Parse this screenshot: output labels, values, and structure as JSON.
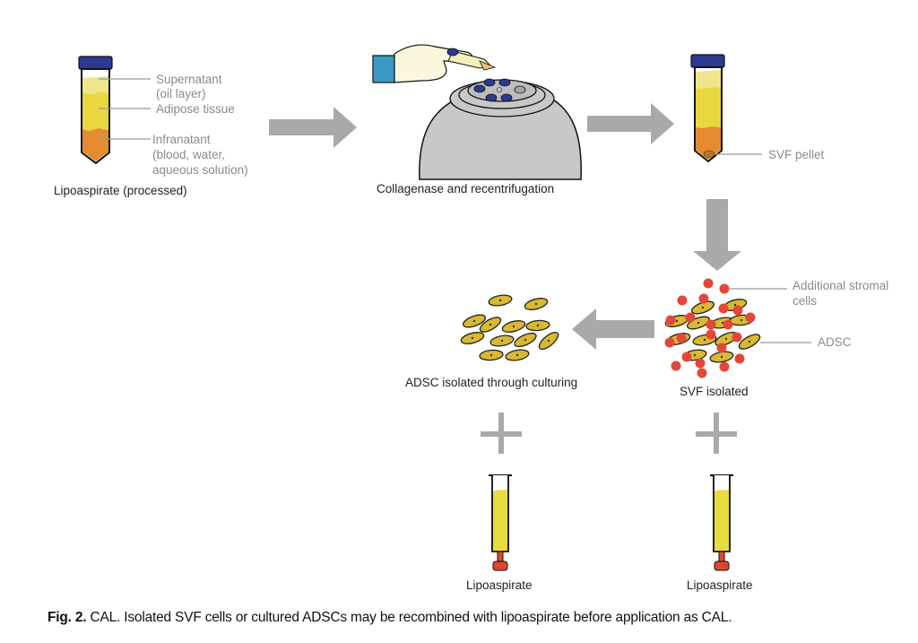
{
  "figure": {
    "steps": {
      "tube1": {
        "title": "Lipoaspirate (processed)",
        "layers": [
          {
            "name": "supernatant",
            "label_lines": [
              "Supernatant",
              "(oil layer)"
            ]
          },
          {
            "name": "adipose",
            "label_lines": [
              "Adipose tissue"
            ]
          },
          {
            "name": "infranatant",
            "label_lines": [
              "Infranatant",
              "(blood, water,",
              "aqueous solution)"
            ]
          }
        ]
      },
      "centrifuge": {
        "title": "Collagenase and recentrifugation"
      },
      "tube2": {
        "pellet_label": "SVF pellet"
      },
      "svf": {
        "title": "SVF isolated",
        "labels": {
          "stromal_line1": "Additional stromal",
          "stromal_line2": "cells",
          "adsc": "ADSC"
        }
      },
      "cultured": {
        "title": "ADSC isolated through culturing"
      },
      "syringe_left": {
        "label": "Lipoaspirate"
      },
      "syringe_right": {
        "label": "Lipoaspirate"
      }
    },
    "colors": {
      "cap": "#2a3a8f",
      "oil": "#f0e58a",
      "adipose": "#e9d740",
      "infranatant": "#e58b30",
      "pellet": "#b5782a",
      "cell": "#d9b832",
      "stromal": "#e2473a",
      "arrow": "#a9a9a9",
      "glove": "#fbf7dc",
      "sleeve": "#3b9bc4",
      "centrifuge": "#c8c8c8",
      "syringe_fill": "#e8dc3e",
      "syringe_tip": "#e0452e"
    }
  },
  "caption": {
    "prefix": "Fig. 2.",
    "text": " CAL. Isolated SVF cells or cultured ADSCs may be recombined with lipoaspirate before application as CAL."
  }
}
